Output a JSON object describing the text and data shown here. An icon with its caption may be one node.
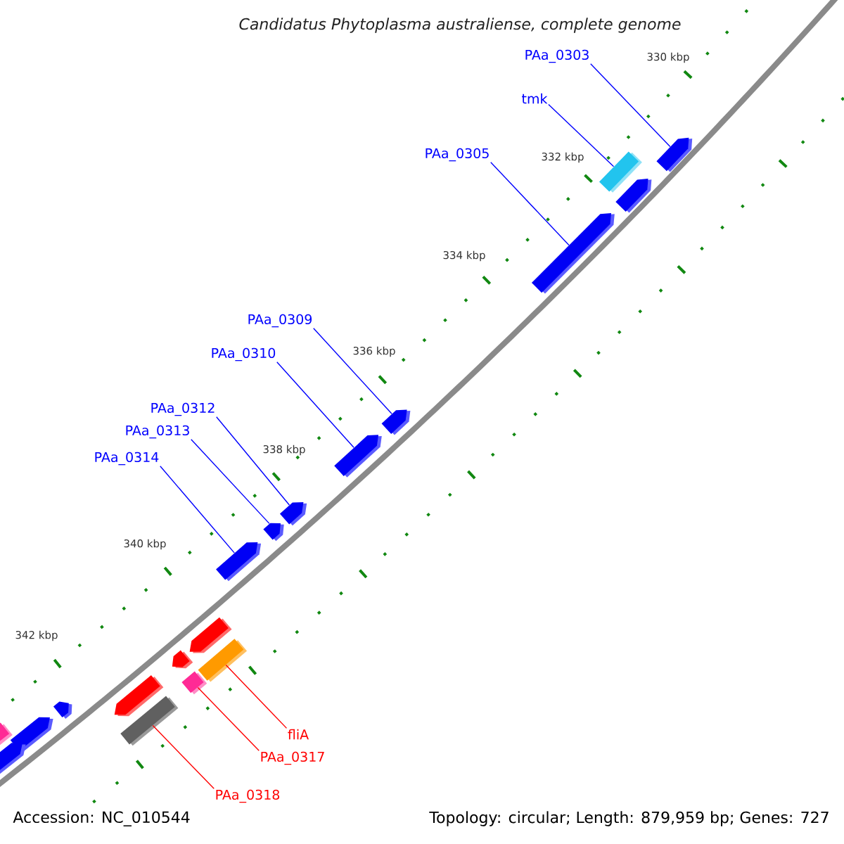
{
  "diagram": {
    "title": "Candidatus Phytoplasma australiense, complete genome",
    "nodes": [
      {
        "text": [
          "PAa_0303"
        ]
      },
      {
        "text": [
          "tmk"
        ]
      },
      {
        "text": [
          "PAa_0305"
        ]
      },
      {
        "text": [
          "PAa_0309"
        ]
      },
      {
        "text": [
          "PAa_0310"
        ]
      },
      {
        "text": [
          "PAa_0312"
        ]
      },
      {
        "text": [
          "PAa_0313"
        ]
      },
      {
        "text": [
          "PAa_0314"
        ]
      },
      {
        "text": [
          "fliA"
        ]
      },
      {
        "text": [
          "PAa_0317"
        ]
      },
      {
        "text": [
          "PAa_0318"
        ]
      },
      {
        "text": [],
        "shape": "arrow"
      },
      {
        "text": [],
        "shape": "box"
      },
      {
        "text": [],
        "shape": "arrow"
      },
      {
        "text": [],
        "shape": "arrow"
      },
      {
        "text": [],
        "shape": "arrow"
      },
      {
        "text": [],
        "shape": "arrow"
      },
      {
        "text": [],
        "shape": "arrow"
      },
      {
        "text": [],
        "shape": "arrow"
      },
      {
        "text": [],
        "shape": "arrow"
      },
      {
        "text": [],
        "shape": "arrow"
      },
      {
        "text": [],
        "shape": "arrow"
      },
      {
        "text": [],
        "shape": "box"
      },
      {
        "text": [],
        "shape": "box"
      },
      {
        "text": [],
        "shape": "arrow"
      },
      {
        "text": [],
        "shape": "box"
      },
      {
        "text": [],
        "shape": "arrow"
      },
      {
        "text": [],
        "shape": "arrow"
      },
      {
        "text": [],
        "shape": "arrow"
      },
      {
        "text": [],
        "shape": "box"
      }
    ],
    "edges": [
      {
        "from": 0,
        "to": 11,
        "arrow": "none"
      },
      {
        "from": 1,
        "to": 12,
        "arrow": "none"
      },
      {
        "from": 2,
        "to": 14,
        "arrow": "none"
      },
      {
        "from": 3,
        "to": 15,
        "arrow": "none"
      },
      {
        "from": 4,
        "to": 16,
        "arrow": "none"
      },
      {
        "from": 5,
        "to": 17,
        "arrow": "none"
      },
      {
        "from": 6,
        "to": 18,
        "arrow": "none"
      },
      {
        "from": 7,
        "to": 19,
        "arrow": "none"
      },
      {
        "from": 8,
        "to": 22,
        "arrow": "none",
        "color": "#ff0000"
      },
      {
        "from": 9,
        "to": 23,
        "arrow": "none",
        "color": "#ff0000"
      },
      {
        "from": 10,
        "to": 25,
        "arrow": "none",
        "color": "#ff0000"
      }
    ],
    "labels": [
      "330 kbp",
      "332 kbp",
      "334 kbp",
      "336 kbp",
      "338 kbp",
      "340 kbp",
      "342 kbp",
      "Accession: NC_010544",
      "Topology: circular; Length: 879,959 bp; Genes: 727"
    ]
  }
}
